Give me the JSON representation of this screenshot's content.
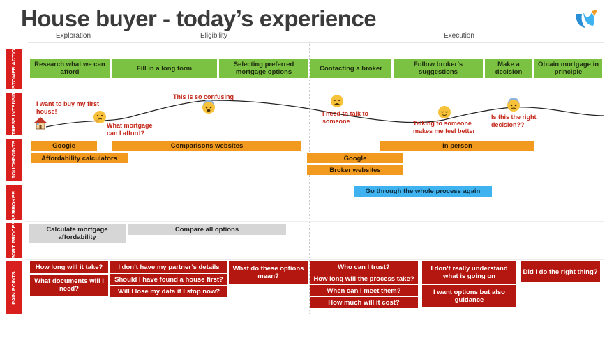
{
  "title": "House buyer - today’s experience",
  "phases": [
    "Exploration",
    "Eligibility",
    "Execution"
  ],
  "lanes": [
    "CUSTOMER ACTIONS",
    "STRESS INTENSITY",
    "TOUCHPOINTS",
    "BROKER",
    "SUPPORT PROCESSES",
    "PAIN POINTS"
  ],
  "customer_actions": [
    "Research what we can afford",
    "Fill in a long form",
    "Selecting preferred mortgage options",
    "Contacting a broker",
    "Follow broker’s suggestions",
    "Make a decision",
    "Obtain mortgage in principle"
  ],
  "stress": {
    "labels": [
      "I want to buy my first house!",
      "What mortgage can I afford?",
      "This is so confusing",
      "I need to talk to someone",
      "Talking to someone makes me feel better",
      "Is this the right decision??"
    ]
  },
  "touchpoints": [
    "Google",
    "Affordability calculators",
    "Comparisons websites",
    "Google",
    "Broker websites",
    "In person"
  ],
  "broker": [
    "Go through the whole process again"
  ],
  "support": [
    "Calculate mortgage affordability",
    "Compare all options"
  ],
  "pain_points": [
    "How long will it take?",
    "What documents will I need?",
    "I don’t have my partner’s details",
    "Should I have found a house first?",
    "Will I lose my data if I stop now?",
    "What do these options mean?",
    "Who can I trust?",
    "How long will the process take?",
    "When can I meet them?",
    "How much will it cost?",
    "I don’t really understand what is going on",
    "I want options but also guidance",
    "Did I do the right thing?"
  ],
  "colors": {
    "title": "#3b3b3b",
    "lane": "#d91e1e",
    "actions": "#7cc242",
    "touchpoints": "#f29a1f",
    "broker": "#3fb2f0",
    "support": "#d6d6d6",
    "pain": "#b3170f",
    "stress_text": "#c4281b"
  },
  "icons": [
    "logo-icon",
    "house-icon",
    "thinking-face-icon",
    "fearful-face-icon",
    "weary-face-icon",
    "relieved-face-icon"
  ]
}
